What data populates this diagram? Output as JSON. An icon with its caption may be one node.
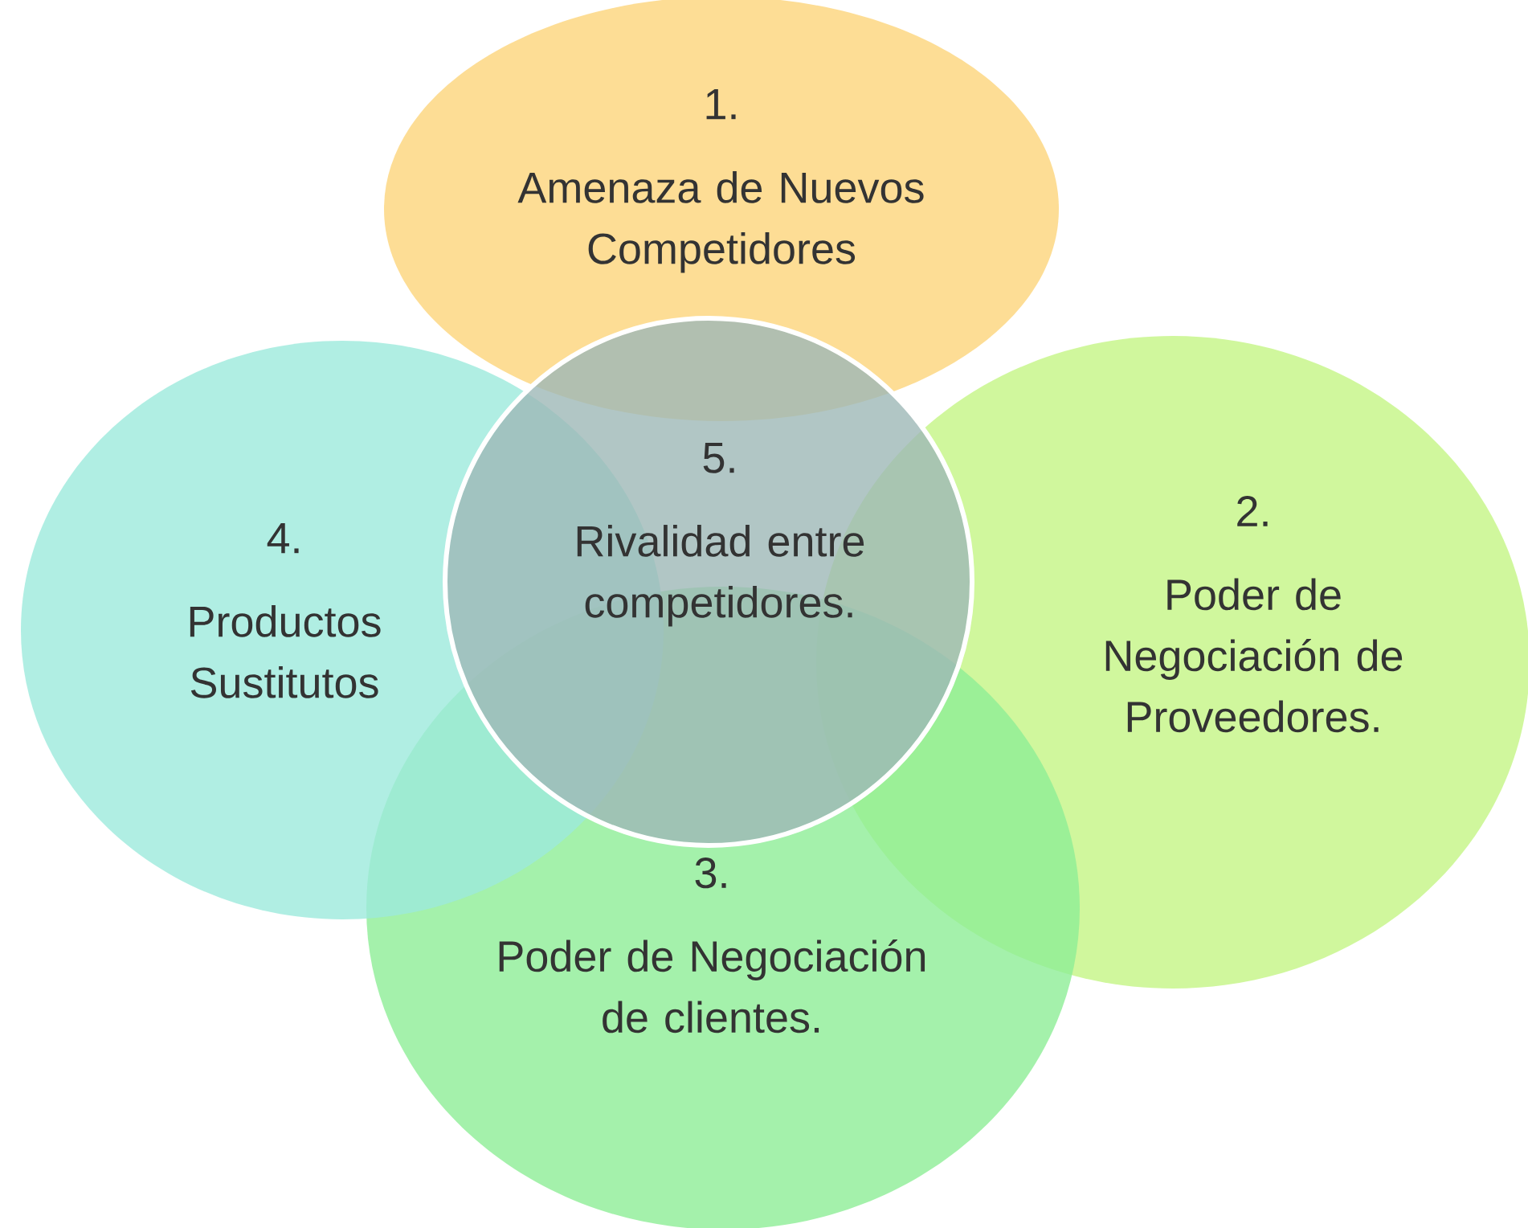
{
  "diagram": {
    "nodes": [
      {
        "text": [
          "1.",
          "Amenaza de Nuevos Competidores"
        ]
      },
      {
        "text": [
          "2.",
          "Poder de Negociación de Proveedores."
        ]
      },
      {
        "text": [
          "3.",
          "Poder de Negociación de clientes."
        ]
      },
      {
        "text": [
          "4.",
          "Productos Sustitutos"
        ]
      },
      {
        "text": [
          "5.",
          "Rivalidad entre competidores."
        ]
      }
    ]
  }
}
